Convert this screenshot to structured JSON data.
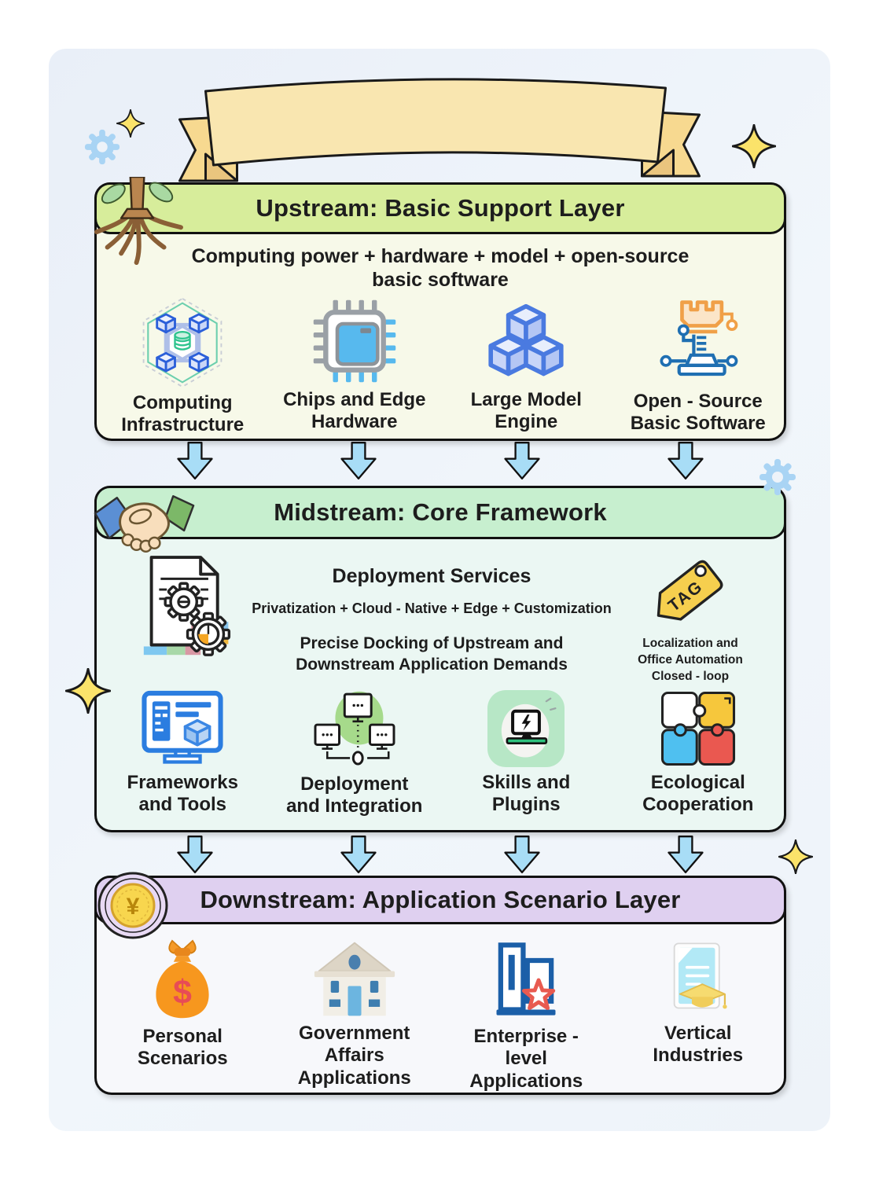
{
  "banner": {
    "text": ""
  },
  "colors": {
    "panel_background": "#edf2f9",
    "banner_fill": "#f9e6b0",
    "banner_flap": "#f7d990",
    "upstream_header": "#d7ed9b",
    "upstream_body": "#f7f9e9",
    "midstream_header": "#c7efcf",
    "midstream_body": "#ebf7f3",
    "downstream_header": "#dfd0f0",
    "downstream_body": "#f7f8fb",
    "arrow_fill": "#a8ddf6",
    "sparkle_fill": "#fbe36a",
    "gear_fill": "#a9d4f4"
  },
  "upstream": {
    "title": "Upstream: Basic Support Layer",
    "subtitle": "Computing power + hardware + model + open-source\nbasic software",
    "items": [
      {
        "icon": "computing-infrastructure-icon",
        "label": "Computing\nInfrastructure"
      },
      {
        "icon": "chip-icon",
        "label": "Chips and Edge\nHardware"
      },
      {
        "icon": "cubes-icon",
        "label": "Large Model\nEngine"
      },
      {
        "icon": "rook-circuit-icon",
        "label": "Open - Source\nBasic Software"
      }
    ]
  },
  "midstream": {
    "title": "Midstream: Core Framework",
    "deployment_title": "Deployment Services",
    "deployment_detail": "Privatization + Cloud - Native + Edge + Customization",
    "docking_text": "Precise Docking of Upstream and\nDownstream Application Demands",
    "tag_label": "TAG",
    "tag_caption": "Localization and\nOffice Automation\nClosed - loop",
    "items": [
      {
        "icon": "frameworks-tools-icon",
        "label": "Frameworks\nand Tools"
      },
      {
        "icon": "deployment-integration-icon",
        "label": "Deployment\nand Integration"
      },
      {
        "icon": "skills-plugins-icon",
        "label": "Skills and\nPlugins"
      },
      {
        "icon": "ecological-cooperation-icon",
        "label": "Ecological\nCooperation"
      }
    ]
  },
  "downstream": {
    "title": "Downstream: Application Scenario Layer",
    "coin_symbol": "¥",
    "money_symbol": "$",
    "items": [
      {
        "icon": "money-bag-icon",
        "label": "Personal\nScenarios"
      },
      {
        "icon": "government-building-icon",
        "label": "Government\nAffairs\nApplications"
      },
      {
        "icon": "enterprise-buildings-icon",
        "label": "Enterprise -\nlevel\nApplications"
      },
      {
        "icon": "document-graduation-icon",
        "label": "Vertical\nIndustries"
      }
    ]
  }
}
